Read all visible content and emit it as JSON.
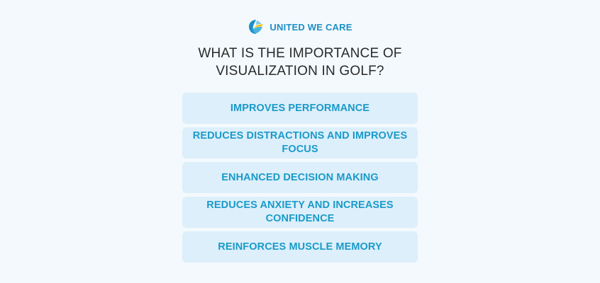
{
  "brand": {
    "name": "UNITED WE CARE",
    "colors": {
      "primary": "#1e8fc6",
      "accent": "#f2c315",
      "item_background": "#dceffb",
      "item_text": "#1a9ac9",
      "title_text": "#2a2a2a",
      "page_background": "#f3f9fd"
    },
    "icon": "united-we-care-logo-icon"
  },
  "title": {
    "line1": "WHAT IS THE IMPORTANCE OF",
    "line2": "VISUALIZATION IN GOLF?"
  },
  "items": [
    {
      "label": "IMPROVES PERFORMANCE"
    },
    {
      "label": "REDUCES DISTRACTIONS AND IMPROVES FOCUS"
    },
    {
      "label": "ENHANCED DECISION MAKING"
    },
    {
      "label": "REDUCES ANXIETY AND INCREASES CONFIDENCE"
    },
    {
      "label": "REINFORCES MUSCLE MEMORY"
    }
  ]
}
